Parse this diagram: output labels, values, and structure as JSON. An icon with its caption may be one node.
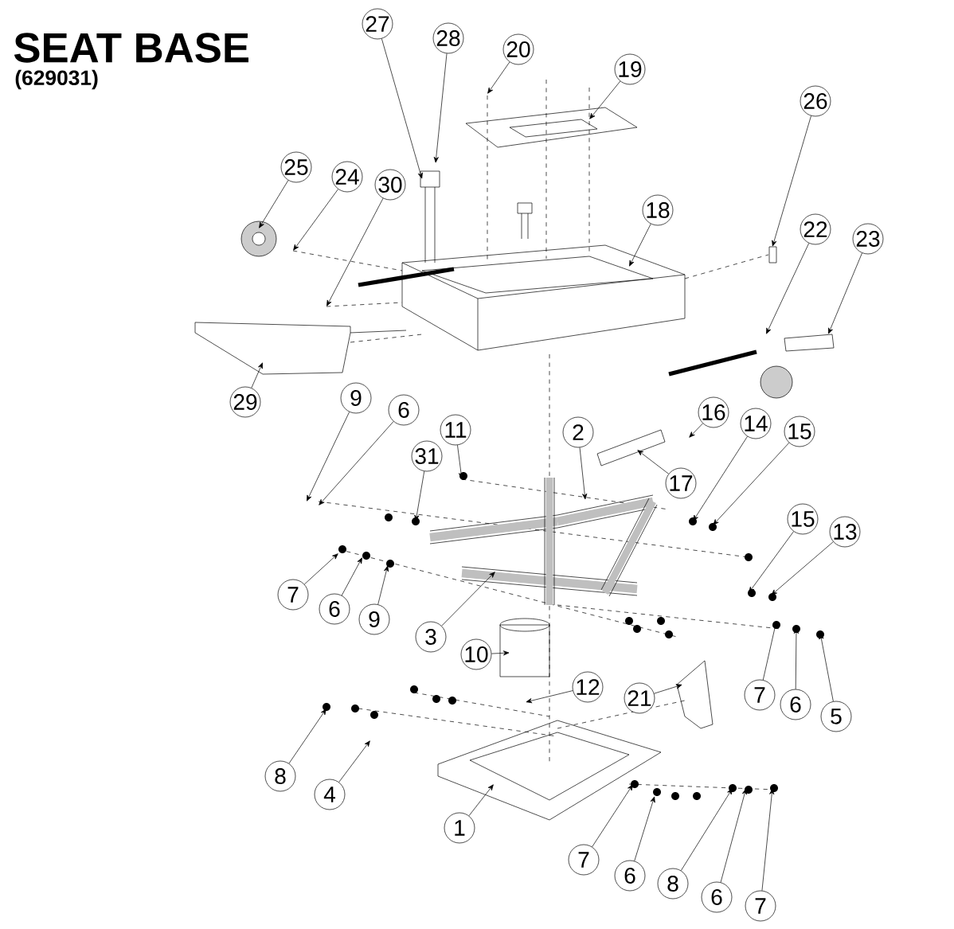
{
  "diagram": {
    "title": "SEAT BASE",
    "nodes": [
      {
        "text": [
          "27"
        ]
      },
      {
        "text": [
          "28"
        ]
      },
      {
        "text": [
          "20"
        ]
      },
      {
        "text": [
          "19"
        ]
      },
      {
        "text": [
          "26"
        ]
      },
      {
        "text": [
          "25"
        ]
      },
      {
        "text": [
          "24"
        ]
      },
      {
        "text": [
          "30"
        ]
      },
      {
        "text": [
          "18"
        ]
      },
      {
        "text": [
          "22"
        ]
      },
      {
        "text": [
          "23"
        ]
      },
      {
        "text": [
          "29"
        ]
      },
      {
        "text": [
          "9"
        ]
      },
      {
        "text": [
          "6"
        ]
      },
      {
        "text": [
          "11"
        ]
      },
      {
        "text": [
          "31"
        ]
      },
      {
        "text": [
          "2"
        ]
      },
      {
        "text": [
          "16"
        ]
      },
      {
        "text": [
          "17"
        ]
      },
      {
        "text": [
          "14"
        ]
      },
      {
        "text": [
          "15"
        ]
      },
      {
        "text": [
          "15"
        ]
      },
      {
        "text": [
          "13"
        ]
      },
      {
        "text": [
          "7"
        ]
      },
      {
        "text": [
          "6"
        ]
      },
      {
        "text": [
          "9"
        ]
      },
      {
        "text": [
          "3"
        ]
      },
      {
        "text": [
          "10"
        ]
      },
      {
        "text": [
          "12"
        ]
      },
      {
        "text": [
          "21"
        ]
      },
      {
        "text": [
          "7"
        ]
      },
      {
        "text": [
          "6"
        ]
      },
      {
        "text": [
          "5"
        ]
      },
      {
        "text": [
          "8"
        ]
      },
      {
        "text": [
          "4"
        ]
      },
      {
        "text": [
          "1"
        ]
      },
      {
        "text": [
          "7"
        ]
      },
      {
        "text": [
          "6"
        ]
      },
      {
        "text": [
          "8"
        ]
      },
      {
        "text": [
          "6"
        ]
      },
      {
        "text": [
          "7"
        ]
      }
    ],
    "edges": [
      {
        "from": 0,
        "to": null,
        "arrow": "to"
      },
      {
        "from": 1,
        "to": null,
        "arrow": "to"
      },
      {
        "from": 2,
        "to": null,
        "arrow": "to"
      },
      {
        "from": 3,
        "to": null,
        "arrow": "to"
      },
      {
        "from": 4,
        "to": null,
        "arrow": "to"
      },
      {
        "from": 5,
        "to": null,
        "arrow": "to"
      },
      {
        "from": 6,
        "to": null,
        "arrow": "to"
      },
      {
        "from": 7,
        "to": null,
        "arrow": "to"
      },
      {
        "from": 8,
        "to": null,
        "arrow": "to"
      },
      {
        "from": 9,
        "to": null,
        "arrow": "to"
      },
      {
        "from": 10,
        "to": null,
        "arrow": "to"
      },
      {
        "from": 11,
        "to": null,
        "arrow": "to"
      },
      {
        "from": 12,
        "to": null,
        "arrow": "to"
      },
      {
        "from": 13,
        "to": null,
        "arrow": "to"
      },
      {
        "from": 14,
        "to": null,
        "arrow": "to"
      },
      {
        "from": 15,
        "to": null,
        "arrow": "to"
      },
      {
        "from": 16,
        "to": null,
        "arrow": "to"
      },
      {
        "from": 17,
        "to": null,
        "arrow": "to"
      },
      {
        "from": 18,
        "to": null,
        "arrow": "to"
      },
      {
        "from": 19,
        "to": null,
        "arrow": "to"
      },
      {
        "from": 20,
        "to": null,
        "arrow": "to"
      },
      {
        "from": 21,
        "to": null,
        "arrow": "to"
      },
      {
        "from": 22,
        "to": null,
        "arrow": "to"
      },
      {
        "from": 23,
        "to": null,
        "arrow": "to"
      },
      {
        "from": 24,
        "to": null,
        "arrow": "to"
      },
      {
        "from": 25,
        "to": null,
        "arrow": "to"
      },
      {
        "from": 26,
        "to": null,
        "arrow": "to"
      },
      {
        "from": 27,
        "to": null,
        "arrow": "to"
      },
      {
        "from": 28,
        "to": null,
        "arrow": "to"
      },
      {
        "from": 29,
        "to": null,
        "arrow": "to"
      },
      {
        "from": 30,
        "to": null,
        "arrow": "to"
      },
      {
        "from": 31,
        "to": null,
        "arrow": "to"
      },
      {
        "from": 32,
        "to": null,
        "arrow": "to"
      },
      {
        "from": 33,
        "to": null,
        "arrow": "to"
      },
      {
        "from": 34,
        "to": null,
        "arrow": "to"
      },
      {
        "from": 35,
        "to": null,
        "arrow": "to"
      },
      {
        "from": 36,
        "to": null,
        "arrow": "to"
      },
      {
        "from": 37,
        "to": null,
        "arrow": "to"
      },
      {
        "from": 38,
        "to": null,
        "arrow": "to"
      },
      {
        "from": 39,
        "to": null,
        "arrow": "to"
      },
      {
        "from": 40,
        "to": null,
        "arrow": "to"
      }
    ],
    "labels": [
      "(629031)"
    ]
  }
}
